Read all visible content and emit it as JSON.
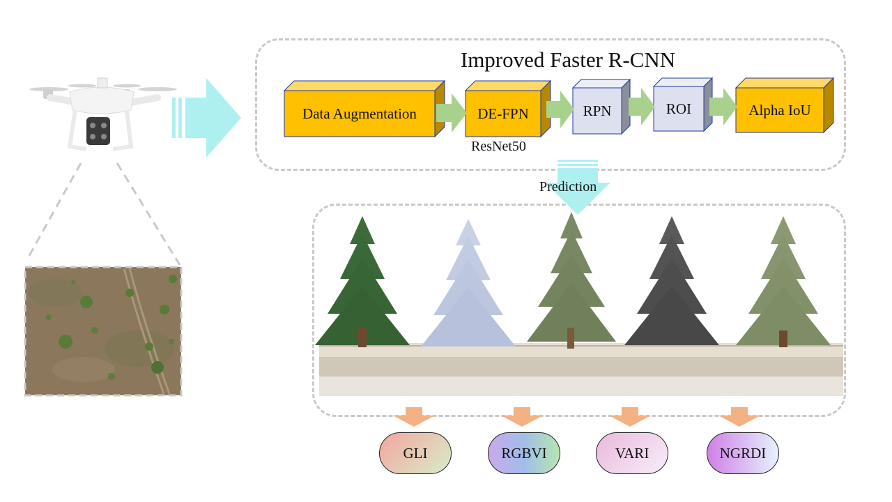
{
  "title": "Improved Faster R-CNN",
  "blocks": [
    {
      "id": "data-augmentation",
      "label": "Data Augmentation"
    },
    {
      "id": "de-fpn",
      "label": "DE-FPN"
    },
    {
      "id": "rpn",
      "label": "RPN"
    },
    {
      "id": "roi",
      "label": "ROI"
    },
    {
      "id": "alpha-iou",
      "label": "Alpha IoU"
    }
  ],
  "backbone_label": "ResNet50",
  "prediction_label": "Prediction",
  "indices": [
    "GLI",
    "RGBVI",
    "VARI",
    "NGRDI"
  ],
  "colors": {
    "block_yellow": "#ffc000",
    "block_gray": "#dde0ee",
    "arrow_green": "#a9d18e",
    "arrow_cyan": "#aef0f0",
    "arrow_orange": "#f4b183",
    "dash": "#c9c9c9"
  }
}
